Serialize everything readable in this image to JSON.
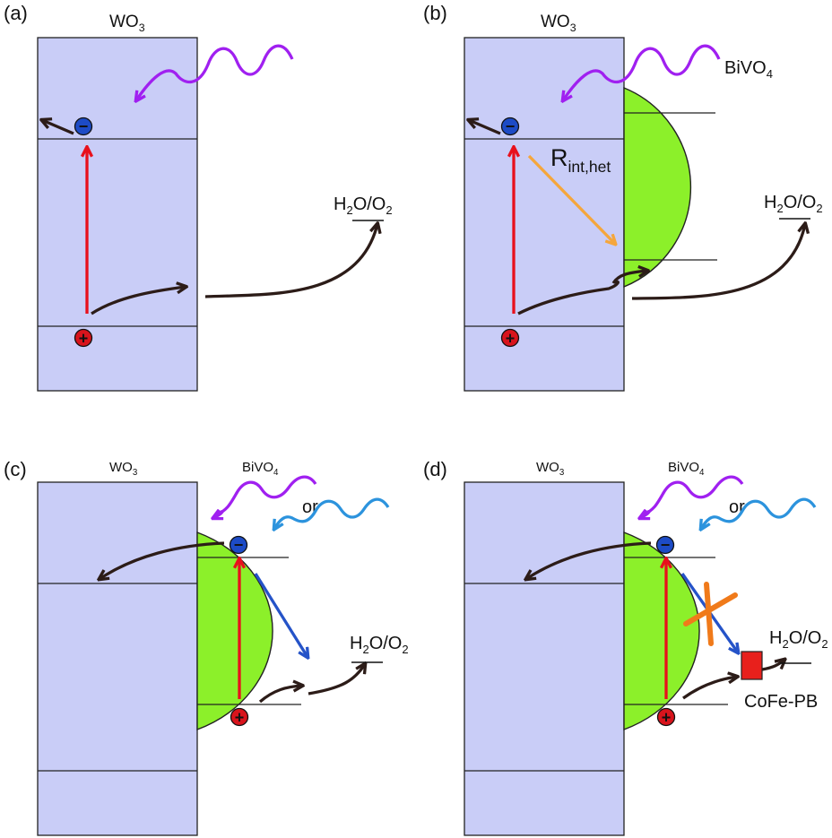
{
  "colors": {
    "wo3_fill": "#c9cdf7",
    "bivo4_fill": "#8cf02a",
    "outline": "#222222",
    "excitation_arrow": "#e8101c",
    "hole_path": "#2c1c18",
    "recombination_arrow": "#f5a63c",
    "bivo4_transfer_arrow": "#2553c8",
    "blocked_cross": "#f07a1a",
    "violet_light": "#a020f0",
    "blue_light": "#2c93dd",
    "cofe_pb": "#e8201c",
    "electron": "#1d4bc6",
    "hole": "#d8141c"
  },
  "icons": {
    "electron": "minus-circle-icon",
    "hole": "plus-circle-icon",
    "photon": "wavy-arrow-icon"
  },
  "panels": {
    "a": {
      "label": "(a)",
      "wo3": {
        "base": "WO",
        "sub": "3"
      },
      "redox": {
        "l1": "H",
        "s1": "2",
        "l2": "O/O",
        "s2": "2"
      }
    },
    "b": {
      "label": "(b)",
      "wo3": {
        "base": "WO",
        "sub": "3"
      },
      "bivo4": {
        "base": "BiVO",
        "sub": "4"
      },
      "recombination": {
        "base": "R",
        "sub": "int,het"
      },
      "redox": {
        "l1": "H",
        "s1": "2",
        "l2": "O/O",
        "s2": "2"
      }
    },
    "c": {
      "label": "(c)",
      "wo3": {
        "base": "WO",
        "sub": "3"
      },
      "bivo4": {
        "base": "BiVO",
        "sub": "4"
      },
      "or": "or",
      "redox": {
        "l1": "H",
        "s1": "2",
        "l2": "O/O",
        "s2": "2"
      }
    },
    "d": {
      "label": "(d)",
      "wo3": {
        "base": "WO",
        "sub": "3"
      },
      "bivo4": {
        "base": "BiVO",
        "sub": "4"
      },
      "or": "or",
      "redox": {
        "l1": "H",
        "s1": "2",
        "l2": "O/O",
        "s2": "2"
      },
      "catalyst": "CoFe-PB"
    }
  }
}
